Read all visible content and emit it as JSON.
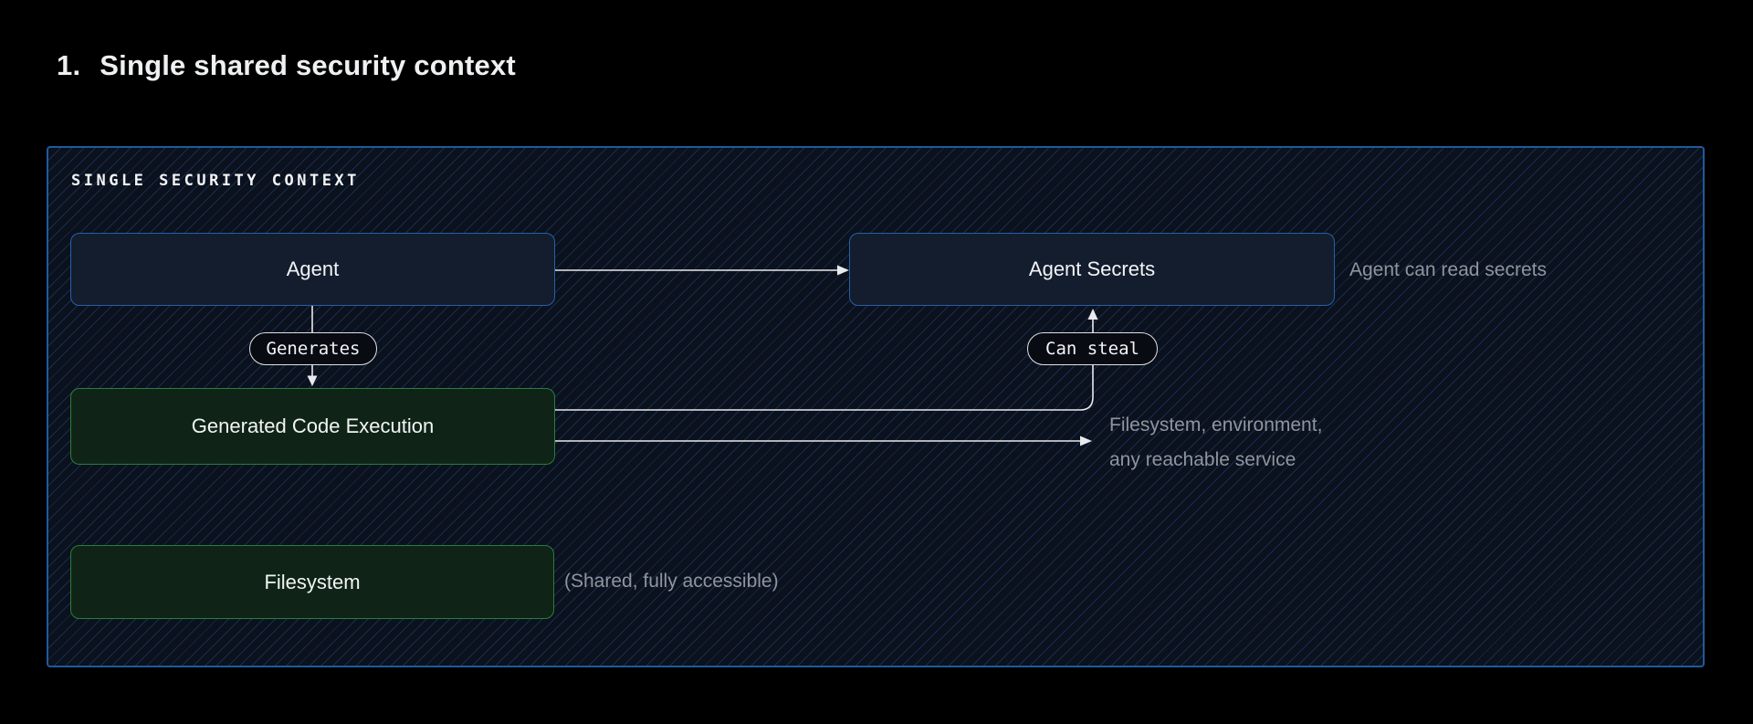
{
  "title": {
    "number": "1.",
    "text": "Single shared security context"
  },
  "container": {
    "label": "SINGLE SECURITY CONTEXT"
  },
  "nodes": {
    "agent": "Agent",
    "agent_secrets": "Agent Secrets",
    "generated_code": "Generated Code Execution",
    "filesystem": "Filesystem"
  },
  "edge_labels": {
    "generates": "Generates",
    "can_steal": "Can steal"
  },
  "annotations": {
    "read_secrets": "Agent can read secrets",
    "reachable_line1": "Filesystem, environment,",
    "reachable_line2": "any reachable service",
    "shared": "(Shared, fully accessible)"
  },
  "colors": {
    "background": "#000000",
    "title_text": "#eef0f2",
    "container_border": "#1e5a9c",
    "container_fill": "#0b111d",
    "hatch_line": "#2b5c9e",
    "blue_node_fill": "#131d2e",
    "blue_node_border": "#2560a8",
    "green_node_fill": "#0f2416",
    "green_node_border": "#2a7d3b",
    "pill_fill": "#080c12",
    "pill_border": "#dde1e6",
    "connector": "#e8eaed",
    "node_text": "#f2f4f6",
    "muted_text": "#8f959f"
  }
}
